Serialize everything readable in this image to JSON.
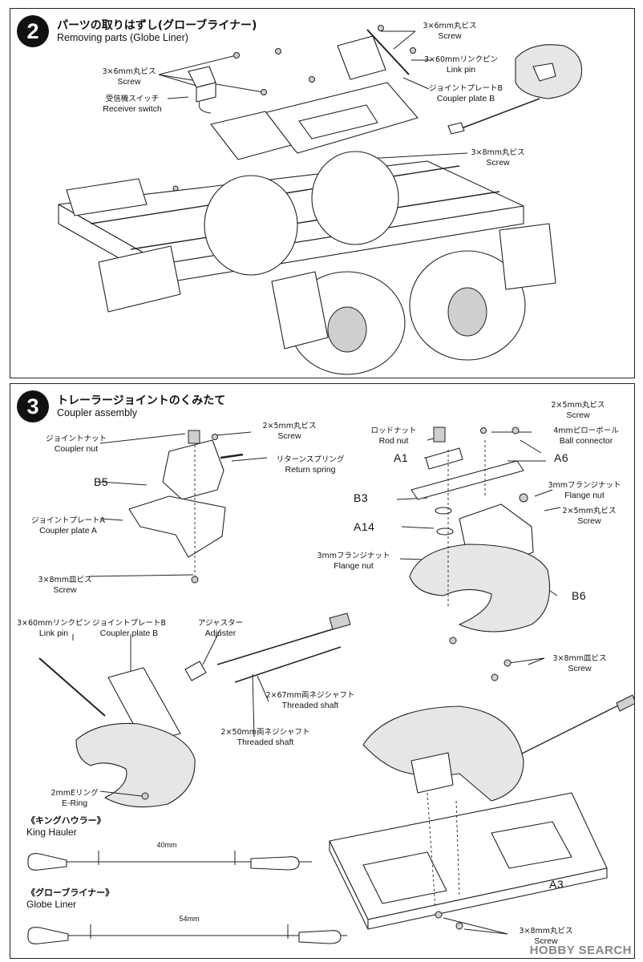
{
  "step2": {
    "number": "2",
    "title_jp": "パーツの取りはずし(グローブライナー)",
    "title_en": "Removing parts (Globe Liner)",
    "labels": [
      {
        "id": "screw-top-right",
        "jp": "3×6mm丸ビス",
        "en": "Screw"
      },
      {
        "id": "link-pin",
        "jp": "3×60mmリンクピン",
        "en": "Link pin"
      },
      {
        "id": "coupler-plate-b",
        "jp": "ジョイントプレートB",
        "en": "Coupler plate B"
      },
      {
        "id": "screw-left",
        "jp": "3×6mm丸ビス",
        "en": "Screw"
      },
      {
        "id": "receiver-switch",
        "jp": "受信機スイッチ",
        "en": "Receiver switch"
      },
      {
        "id": "screw-8mm",
        "jp": "3×8mm丸ビス",
        "en": "Screw"
      }
    ]
  },
  "step3": {
    "number": "3",
    "title_jp": "トレーラージョイントのくみたて",
    "title_en": "Coupler assembly",
    "labels": [
      {
        "id": "coupler-nut",
        "jp": "ジョイントナット",
        "en": "Coupler nut"
      },
      {
        "id": "screw-2x5-a",
        "jp": "2×5mm丸ビス",
        "en": "Screw"
      },
      {
        "id": "return-spring",
        "jp": "リターンスプリング",
        "en": "Return spring"
      },
      {
        "id": "coupler-plate-a",
        "jp": "ジョイントプレートA",
        "en": "Coupler plate A"
      },
      {
        "id": "screw-3x8-flat-a",
        "jp": "3×8mm皿ビス",
        "en": "Screw"
      },
      {
        "id": "rod-nut",
        "jp": "ロッドナット",
        "en": "Rod nut"
      },
      {
        "id": "screw-2x5-b",
        "jp": "2×5mm丸ビス",
        "en": "Screw"
      },
      {
        "id": "ball-connector",
        "jp": "4mmピローボール",
        "en": "Ball connector"
      },
      {
        "id": "flange-nut-a",
        "jp": "3mmフランジナット",
        "en": "Flange nut"
      },
      {
        "id": "screw-2x5-c",
        "jp": "2×5mm丸ビス",
        "en": "Screw"
      },
      {
        "id": "flange-nut-b",
        "jp": "3mmフランジナット",
        "en": "Flange nut"
      },
      {
        "id": "screw-3x8-flat-b",
        "jp": "3×8mm皿ビス",
        "en": "Screw"
      },
      {
        "id": "link-pin-3",
        "jp": "3×60mmリンクピン",
        "en": "Link pin"
      },
      {
        "id": "coupler-plate-b-3",
        "jp": "ジョイントプレートB",
        "en": "Coupler plate B"
      },
      {
        "id": "adjuster",
        "jp": "アジャスター",
        "en": "Adjuster"
      },
      {
        "id": "threaded-shaft-67",
        "jp": "2×67mm両ネジシャフト",
        "en": "Threaded shaft"
      },
      {
        "id": "threaded-shaft-50",
        "jp": "2×50mm両ネジシャフト",
        "en": "Threaded shaft"
      },
      {
        "id": "e-ring",
        "jp": "2mmEリング",
        "en": "E-Ring"
      },
      {
        "id": "screw-3x8-round",
        "jp": "3×8mm丸ビス",
        "en": "Screw"
      }
    ],
    "part_codes": [
      "B5",
      "A1",
      "A6",
      "B3",
      "A14",
      "B6",
      "A3"
    ],
    "sections": [
      {
        "jp": "《キングハウラー》",
        "en": "King Hauler",
        "dimension": "40mm"
      },
      {
        "jp": "《グローブライナー》",
        "en": "Globe Liner",
        "dimension": "54mm"
      }
    ]
  },
  "watermark": {
    "text": "HOBBY SEARCH"
  }
}
